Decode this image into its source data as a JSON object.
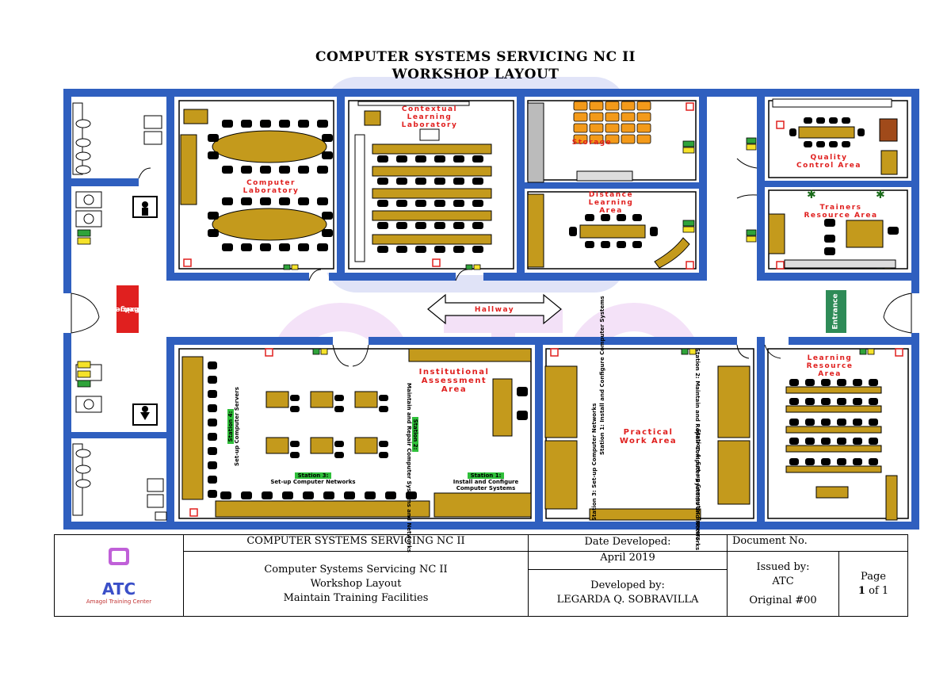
{
  "title": {
    "line1": "COMPUTER SYSTEMS SERVICING NC II",
    "line2": "WORKSHOP LAYOUT"
  },
  "rooms": {
    "computer_lab": [
      "Computer",
      "Laboratory"
    ],
    "contextual_lab": [
      "Contextual",
      "Learning",
      "Laboratory"
    ],
    "storage": "Storage",
    "distance_learning": [
      "Distance",
      "Learning",
      "Area"
    ],
    "quality_control": [
      "Quality",
      "Control Area"
    ],
    "trainers_resource": [
      "Trainers",
      "Resource Area"
    ],
    "hallway": "Hallway",
    "institutional_assessment": [
      "Institutional",
      "Assessment",
      "Area"
    ],
    "practical_work": [
      "Practical",
      "Work Area"
    ],
    "learning_resource": [
      "Learning",
      "Resource",
      "Area"
    ]
  },
  "signs": {
    "emergency_exit": [
      "Emergency",
      "Exit"
    ],
    "entrance": "Entrance"
  },
  "stations": {
    "s1_label": "Station 1:",
    "s1_text": "Install and Configure Computer Systems",
    "s2_label": "Station 2:",
    "s2_text": "Maintain and Repair Computer Systems and Networks",
    "s3_label": "Station 3:",
    "s3_text": "Set-up Computer Networks",
    "s4_label": "Station 4:",
    "s4_text": "Set-up Computer Servers",
    "pw_s1": "Station 1: Install and Configure Computer Systems",
    "pw_s2": "Station 2: Maintain and Repair Computer Systems and Networks",
    "pw_s3": "Station 3: Set-up Computer Networks",
    "pw_s4": "Station 4: Set-up Computer Servers"
  },
  "title_block": {
    "logo_text": "ATC",
    "logo_sub": "Amagol Training Center",
    "qualification": "COMPUTER SYSTEMS SERVICING NC II",
    "desc1": "Computer Systems Servicing  NC II",
    "desc2": "Workshop Layout",
    "desc3": "Maintain Training Facilities",
    "date_label": "Date Developed:",
    "date_value": "April 2019",
    "dev_label": "Developed by:",
    "dev_value": "LEGARDA Q. SOBRAVILLA",
    "docno_label": "Document No.",
    "issued_label": "Issued by:",
    "issued_value": "ATC",
    "original": "Original #00",
    "page_label": "Page",
    "page_value": "1",
    "page_of": "of 1"
  },
  "colors": {
    "wall": "#2f5fbf",
    "furniture": "#c49a1c",
    "chair": "#000000",
    "storage_box": "#f39a1a",
    "red_label": "#e0201f",
    "entrance": "#2e8b57",
    "exit": "#e0201f"
  }
}
